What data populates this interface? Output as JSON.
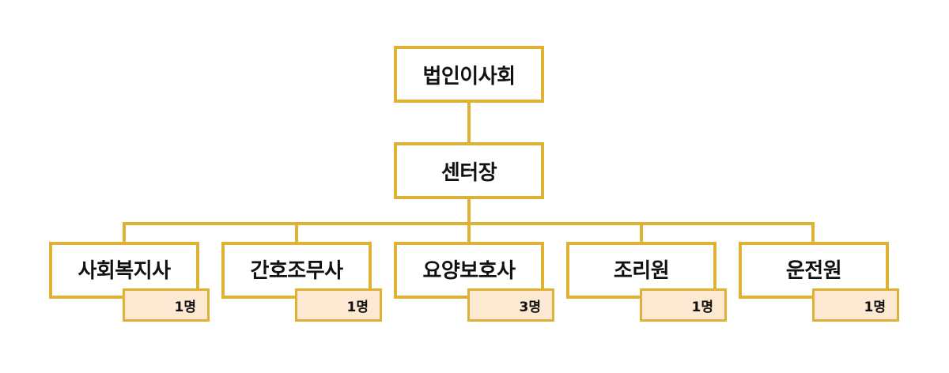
{
  "org_chart": {
    "root": {
      "label": "법인이사회"
    },
    "director": {
      "label": "센터장"
    },
    "staff": [
      {
        "label": "사회복지사",
        "count": "1명"
      },
      {
        "label": "간호조무사",
        "count": "1명"
      },
      {
        "label": "요양보호사",
        "count": "3명"
      },
      {
        "label": "조리원",
        "count": "1명"
      },
      {
        "label": "운전원",
        "count": "1명"
      }
    ]
  },
  "colors": {
    "border": "#ddb235",
    "badge_fill": "#fde8d1",
    "text": "#111111",
    "background": "#ffffff"
  }
}
